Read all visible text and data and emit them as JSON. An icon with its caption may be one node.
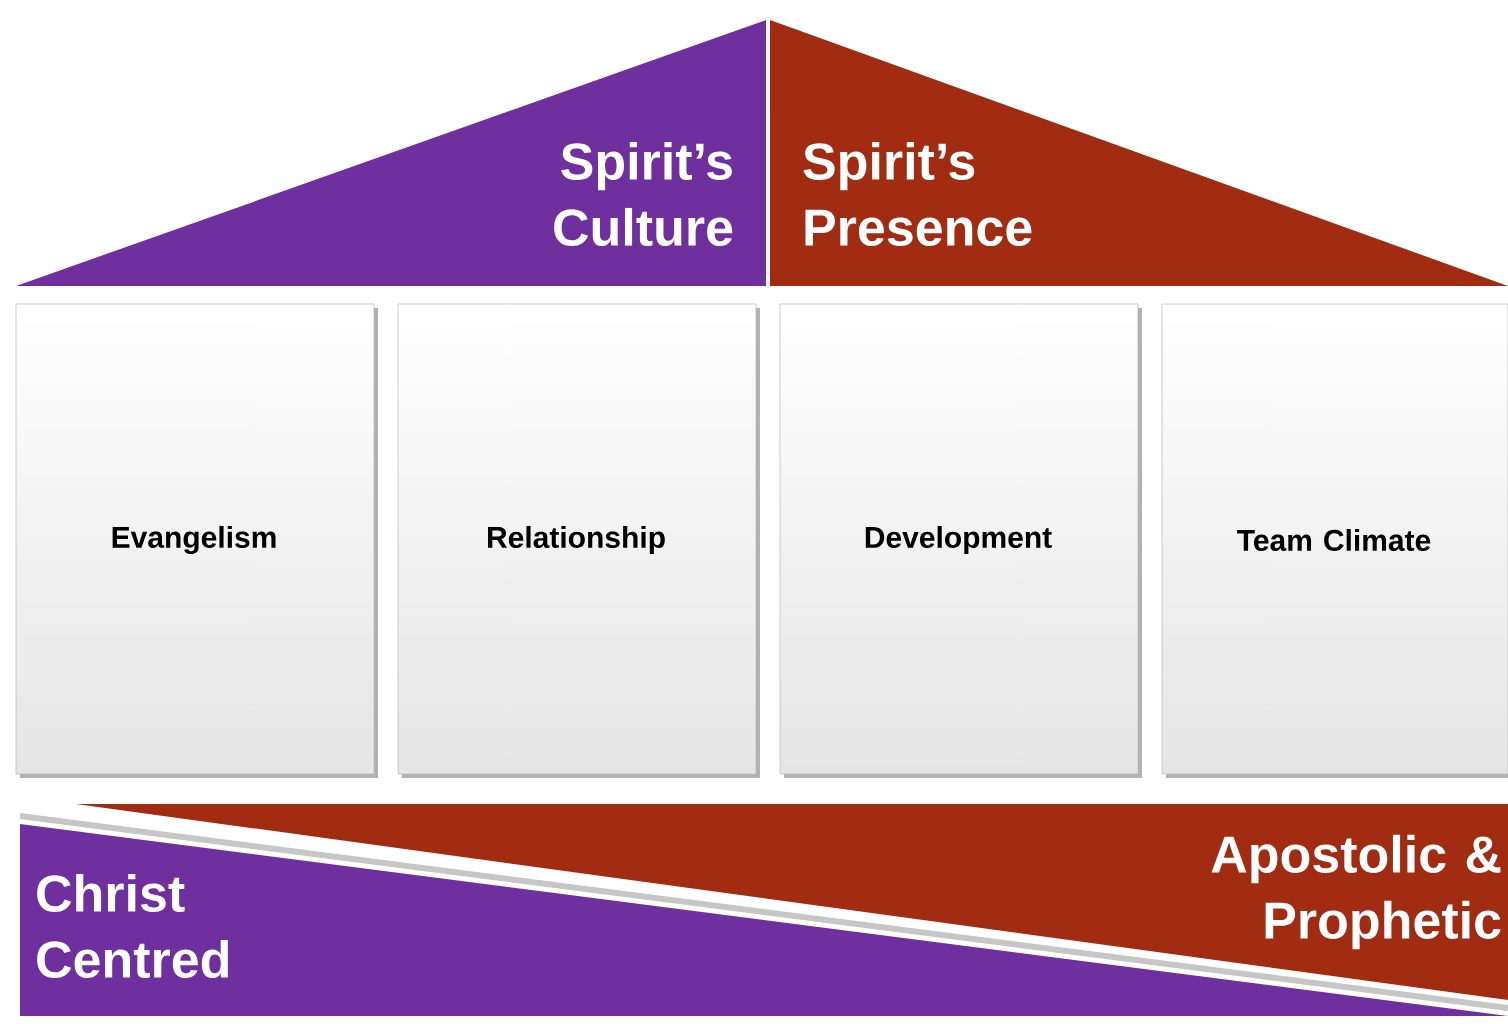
{
  "diagram": {
    "nodes": [
      {
        "text": [
          "Spirit’s Culture"
        ]
      },
      {
        "text": [
          "Spirit’s Presence"
        ]
      },
      {
        "text": [
          "Evangelism"
        ]
      },
      {
        "text": [
          "Relationship"
        ]
      },
      {
        "text": [
          "Development"
        ]
      },
      {
        "text": [
          "Team Climate"
        ]
      },
      {
        "text": [
          "Christ Centred"
        ]
      },
      {
        "text": [
          "Apostolic & Prophetic"
        ]
      }
    ]
  }
}
